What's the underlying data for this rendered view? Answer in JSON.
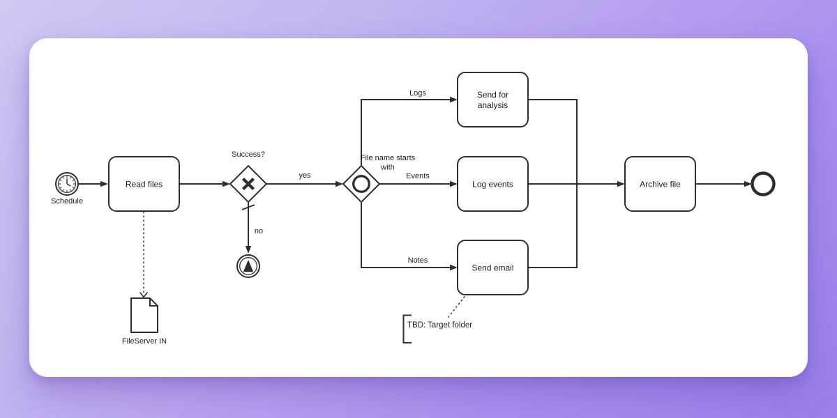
{
  "canvas": {
    "background_gradient_start": "#d2c8f3",
    "background_gradient_end": "#9b80ea",
    "card_color": "#ffffff",
    "line_color": "#2e2e2e"
  },
  "nodes": {
    "start_event": {
      "type": "timer-start-event",
      "label": "Schedule"
    },
    "read_files": {
      "type": "task",
      "label": "Read files"
    },
    "success_gateway": {
      "type": "exclusive-gateway",
      "label": "Success?"
    },
    "escalation_event": {
      "type": "escalation-intermediate-event",
      "label": ""
    },
    "filename_gateway": {
      "type": "inclusive-gateway",
      "lines": [
        "File name starts",
        "with"
      ]
    },
    "send_for_analysis": {
      "type": "task",
      "lines": [
        "Send for",
        "analysis"
      ]
    },
    "log_events": {
      "type": "task",
      "label": "Log events"
    },
    "send_email": {
      "type": "task",
      "label": "Send email"
    },
    "archive_file": {
      "type": "task",
      "label": "Archive file"
    },
    "end_event": {
      "type": "end-event",
      "label": ""
    },
    "file_server": {
      "type": "document-data-object",
      "label": "FileServer IN"
    },
    "annotation": {
      "type": "text-annotation",
      "label": "TBD: Target folder"
    }
  },
  "edges": {
    "yes_label": "yes",
    "no_label": "no",
    "logs_label": "Logs",
    "events_label": "Events",
    "notes_label": "Notes"
  }
}
